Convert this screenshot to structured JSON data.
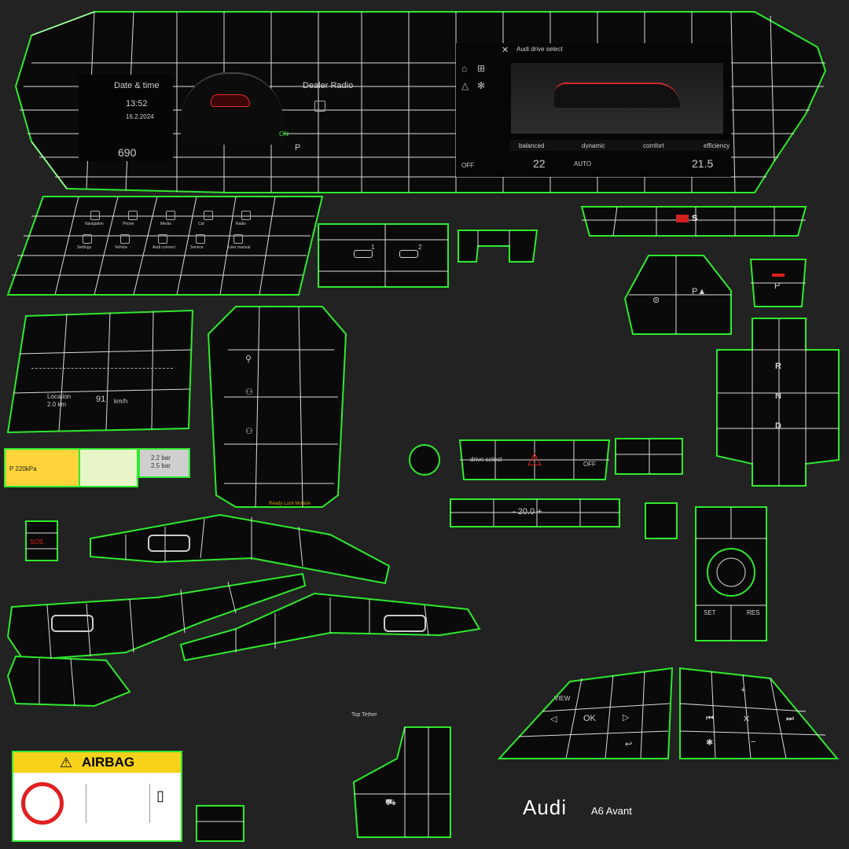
{
  "dashboard": {
    "left_panel": {
      "title": "Date & time",
      "time": "13:52",
      "date": "16.2.2024",
      "range": "690"
    },
    "center": {
      "gear_p": "P",
      "on": "ON"
    },
    "radio": {
      "title": "Dealer Radio"
    },
    "right_screen": {
      "title": "Audi drive select",
      "modes": [
        "balanced",
        "dynamic",
        "comfort",
        "efficiency"
      ],
      "climate_left": "22",
      "auto_label": "AUTO",
      "climate_right": "21.5",
      "off_label": "OFF"
    }
  },
  "menu_screen": {
    "items": [
      "Navigation",
      "Phone",
      "Media",
      "Car",
      "Radio",
      "Settings",
      "Vehicle",
      "Audi connect",
      "Service",
      "User manual"
    ]
  },
  "usb_panel": {
    "usb1": "1",
    "usb2": "2"
  },
  "hud": {
    "speed": "91",
    "unit": "km/h",
    "route": "Location",
    "distance": "2.0 km"
  },
  "labels_strip": {
    "tire": "P 220kPa",
    "values": [
      "2.2 bar",
      "2.5 bar"
    ]
  },
  "center_console": {
    "drive_select": "drive select",
    "off": "OFF",
    "temp": "- 20.0 +",
    "sos": "SOS",
    "view": "VIEW",
    "ok": "OK",
    "set": "SET",
    "res": "RES",
    "top_tether": "Top Tether",
    "ready_text": "Ready Lock Module"
  },
  "gear_selector": {
    "gears": [
      "R",
      "N",
      "D"
    ],
    "p": "P"
  },
  "airbag_label": {
    "warning": "AIRBAG"
  },
  "brand": {
    "name": "Audi",
    "model": "A6 Avant"
  },
  "s_badge": {
    "text": "S"
  },
  "colors": {
    "wire_green": "#2eea2e",
    "wire_white": "#ffffff",
    "background": "#222222",
    "airbag_yellow": "#f7d21a",
    "warning_red": "#e02020"
  }
}
